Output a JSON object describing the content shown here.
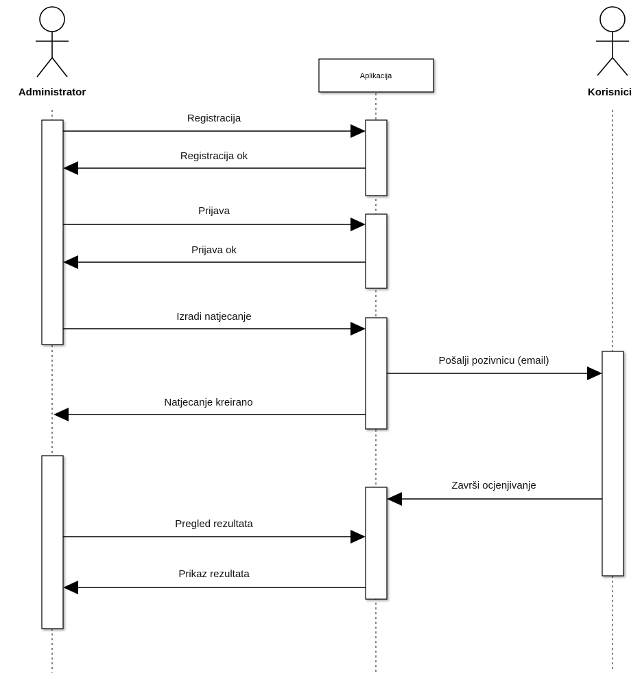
{
  "diagram": {
    "type": "sequence",
    "participants": [
      {
        "id": "admin",
        "name": "Administrator",
        "kind": "actor"
      },
      {
        "id": "app",
        "name": "Aplikacija",
        "kind": "box"
      },
      {
        "id": "users",
        "name": "Korisnici",
        "kind": "actor"
      }
    ],
    "messages": [
      {
        "from": "admin",
        "to": "app",
        "label": "Registracija"
      },
      {
        "from": "app",
        "to": "admin",
        "label": "Registracija ok"
      },
      {
        "from": "admin",
        "to": "app",
        "label": "Prijava"
      },
      {
        "from": "app",
        "to": "admin",
        "label": "Prijava ok"
      },
      {
        "from": "admin",
        "to": "app",
        "label": "Izradi natjecanje"
      },
      {
        "from": "app",
        "to": "users",
        "label": "Pošalji pozivnicu (email)"
      },
      {
        "from": "app",
        "to": "admin",
        "label": "Natjecanje kreirano"
      },
      {
        "from": "users",
        "to": "app",
        "label": "Završi ocjenjivanje"
      },
      {
        "from": "admin",
        "to": "app",
        "label": "Pregled rezultata"
      },
      {
        "from": "app",
        "to": "admin",
        "label": "Prikaz rezultata"
      }
    ]
  }
}
